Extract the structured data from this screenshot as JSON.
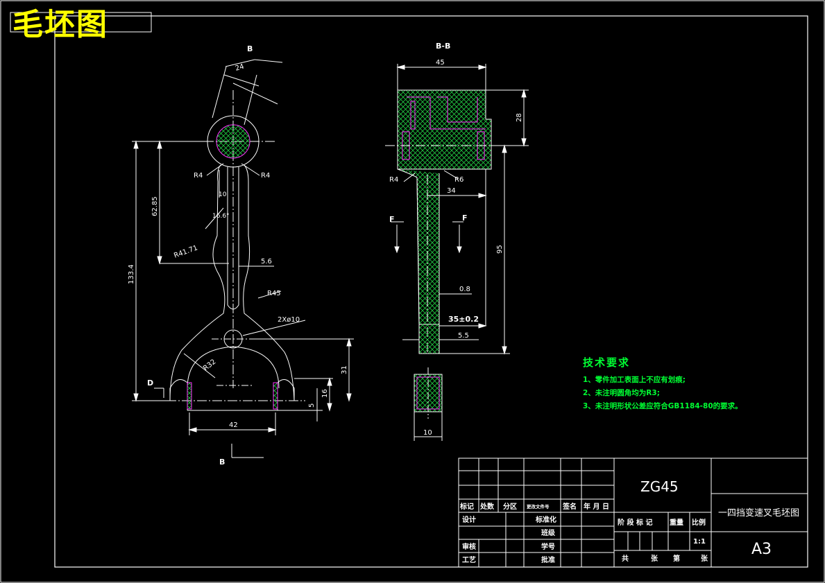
{
  "drawing": {
    "title": "毛坯图",
    "front_view": {
      "section_mark_top": "B",
      "section_mark_bottom": "B",
      "datum_label": "D",
      "dimensions": {
        "width_top": "24",
        "radius_left": "R4",
        "radius_right": "R4",
        "small_10": "10",
        "angle": "16.6°",
        "height_62": "62.85",
        "radius_41": "R41.71",
        "gap_56": "5.6",
        "height_total": "133.4",
        "radius_45": "R45",
        "holes": "2Xø10",
        "radius_32": "R32",
        "height_31": "31",
        "height_16": "16",
        "height_5": "5",
        "width_42": "42"
      }
    },
    "section_view": {
      "title": "B-B",
      "mark_left": "F",
      "mark_right": "F",
      "dimensions": {
        "width_45": "45",
        "height_28": "28",
        "radius_4": "R4",
        "radius_6": "R6",
        "width_34": "34",
        "height_95": "95",
        "dim_08": "0.8",
        "dim_35": "35±0.2",
        "dim_55": "5.5",
        "width_10": "10"
      }
    },
    "tech_requirements": {
      "title": "技术要求",
      "items": [
        "1、零件加工表面上不应有划痕;",
        "2、未注明圆角均为R3;",
        "3、未注明形状公差应符合GB1184-80的要求。"
      ]
    },
    "title_block": {
      "material": "ZG45",
      "part_name": "一四挡变速叉毛坯图",
      "sheet_size": "A3",
      "revision_headers": [
        "标记",
        "处数",
        "分区",
        "更改文件号",
        "签名",
        "年 月 日"
      ],
      "sign_labels": {
        "design": "设计",
        "standard": "标准化",
        "class": "班级",
        "review": "审核",
        "student_id": "学号",
        "craft": "工艺",
        "approve": "批准"
      },
      "stage_label": "阶 段 标 记",
      "weight_label": "重量",
      "ratio_label": "比例",
      "ratio_value": "1:1",
      "sheet_labels": [
        "共",
        "张",
        "第",
        "张"
      ]
    },
    "colors": {
      "background": "#000000",
      "lines": "#ffffff",
      "title": "#ffff00",
      "hatch": "#22cc44",
      "contour": "#ff33ff",
      "notes": "#00ff33"
    }
  }
}
